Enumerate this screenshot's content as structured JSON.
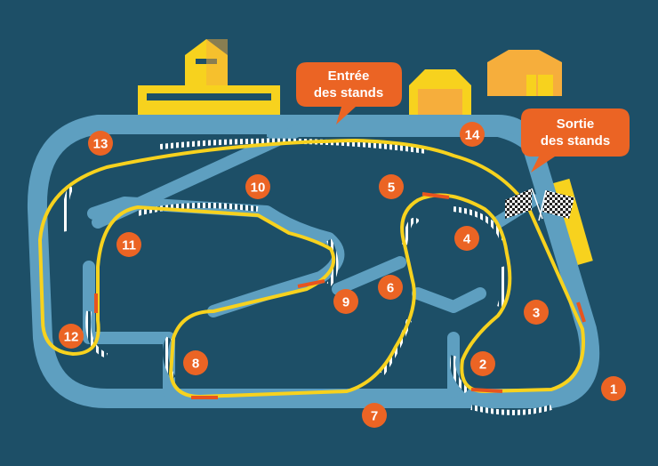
{
  "colors": {
    "background": "#1d4f67",
    "track_outline": "#5e9fc0",
    "racing_line": "#f7d21e",
    "braking_zone": "#e8541e",
    "marker": "#eb6424",
    "building_yellow": "#f7d21e",
    "building_orange": "#f6ae3c"
  },
  "callouts": {
    "pit_entry": {
      "line1": "Entrée",
      "line2": "des stands"
    },
    "pit_exit": {
      "line1": "Sortie",
      "line2": "des stands"
    }
  },
  "corners": [
    "1",
    "2",
    "3",
    "4",
    "5",
    "6",
    "7",
    "8",
    "9",
    "10",
    "11",
    "12",
    "13",
    "14"
  ],
  "icons": [
    "checkered-flag-icon",
    "checkered-flag-icon"
  ]
}
